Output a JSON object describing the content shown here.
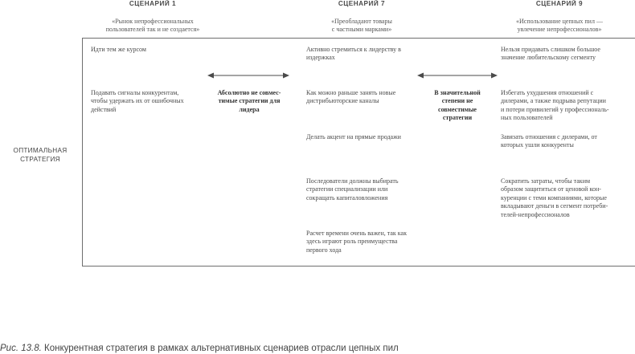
{
  "scenarios": [
    {
      "title": "СЦЕНАРИЙ 1",
      "subtitle_lines": [
        "«Рынок непрофессиональных",
        "пользователей так и не создается»"
      ]
    },
    {
      "title": "СЦЕНАРИЙ 7",
      "subtitle_lines": [
        "«Преобладают товары",
        "с частными марками»"
      ]
    },
    {
      "title": "СЦЕНАРИЙ 9",
      "subtitle_lines": [
        "«Использование цепных пил —",
        "увлечение непрофессионалов»"
      ]
    }
  ],
  "row_label_lines": [
    "ОПТИМАЛЬНАЯ",
    "СТРАТЕГИЯ"
  ],
  "col1": [
    [
      "Идти тем же курсом"
    ],
    [
      "Подавать сигналы конкурентам,",
      "чтобы удержать их от ошибочных",
      "действий"
    ]
  ],
  "conn1_lines": [
    "Абсолютно не совмес-",
    "тимые стратегии для",
    "лидера"
  ],
  "col2": [
    [
      "Активно стремиться к лидерству в",
      "издержках"
    ],
    [
      "Как можно раньше занять новые",
      "дистрибьюторские каналы"
    ],
    [
      "Делать акцент на прямые продажи"
    ],
    [
      "Последователи должны выбирать",
      "стратегии специализации или",
      "сокращать капиталовложения"
    ],
    [
      "Расчет времени очень важен, так как",
      "здесь играют роль преимущества",
      "первого хода"
    ]
  ],
  "conn2_lines": [
    "В значительной",
    "степени не",
    "совместимые",
    "стратегии"
  ],
  "col3": [
    [
      "Нельзя придавать слишком большое",
      "значение любительскому сегменту"
    ],
    [
      "Избегать ухудшения отношений с",
      "дилерами, а также подрыва репутации",
      "и потери привилегий у профессиональ-",
      "ных пользователей"
    ],
    [
      "Завязать отношения с дилерами, от",
      "которых ушли конкуренты"
    ],
    [
      "Сократить затраты, чтобы таким",
      "образом защититься от ценовой кон-",
      "куренции с теми компаниями, которые",
      "вкладывают деньги в сегмент потреби-",
      "телей-непрофессионалов"
    ]
  ],
  "caption": {
    "number": "Рис. 13.8.",
    "text": "Конкурентная стратегия в рамках альтернативных сценариев отрасли цепных пил"
  },
  "colors": {
    "text": "#3a3a3a",
    "frame": "#6e6e6e",
    "arrow": "#4a4a4a"
  }
}
